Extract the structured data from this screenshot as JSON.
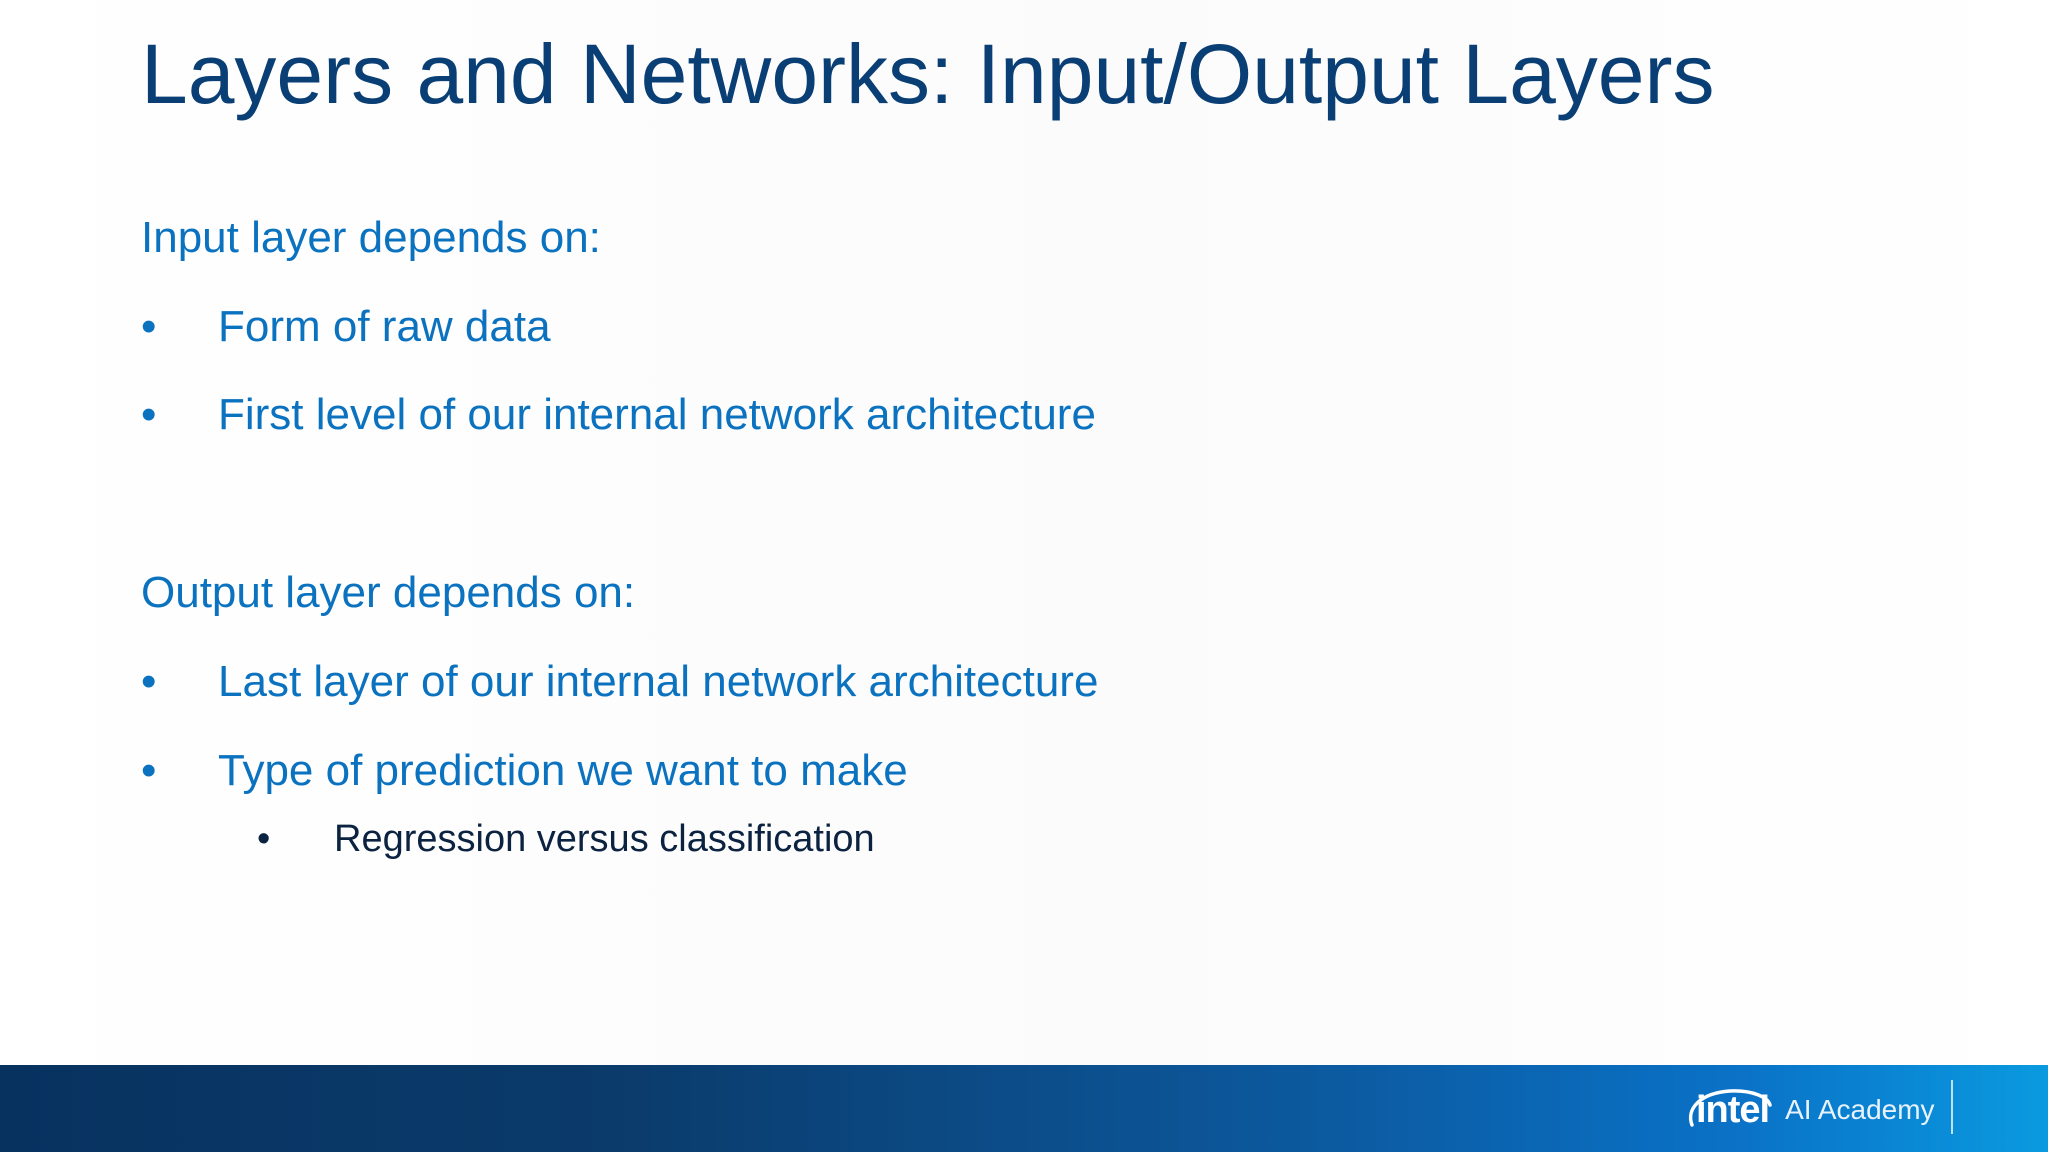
{
  "slide": {
    "title": "Layers and Networks: Input/Output Layers",
    "input_section": {
      "heading": "Input layer depends on:",
      "bullets": [
        "Form of raw data",
        "First level of our internal network architecture"
      ]
    },
    "output_section": {
      "heading": "Output layer depends on:",
      "bullets": [
        "Last layer of our internal network architecture",
        "Type of prediction we want to make"
      ],
      "sub_bullets": [
        "Regression versus classification"
      ]
    },
    "bullet_glyph": "•"
  },
  "footer": {
    "logo_brand": "intel",
    "logo_product": "AI Academy"
  },
  "colors": {
    "title": "#0a3f75",
    "body_blue": "#0b72c0",
    "sub_text": "#0b2340",
    "footer_dark": "#073260",
    "footer_light": "#0a9ae0"
  }
}
